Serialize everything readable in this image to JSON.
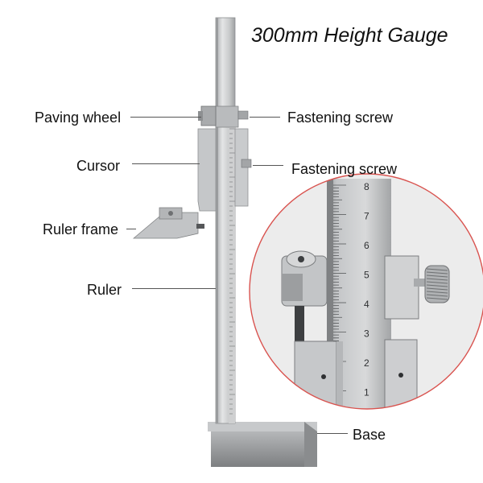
{
  "title": "300mm Height Gauge",
  "labels": {
    "paving_wheel": "Paving wheel",
    "cursor": "Cursor",
    "ruler_frame": "Ruler frame",
    "ruler": "Ruler",
    "fastening_screw_1": "Fastening screw",
    "fastening_screw_2": "Fastening screw",
    "base": "Base"
  },
  "zoom_scale_numbers": [
    "8",
    "7",
    "6",
    "5",
    "4",
    "3",
    "2",
    "1"
  ],
  "colors": {
    "steel_light": "#d9dadb",
    "steel_mid": "#b8babc",
    "steel_dark": "#8c8e90",
    "zoom_circle_border": "#d9534f"
  }
}
